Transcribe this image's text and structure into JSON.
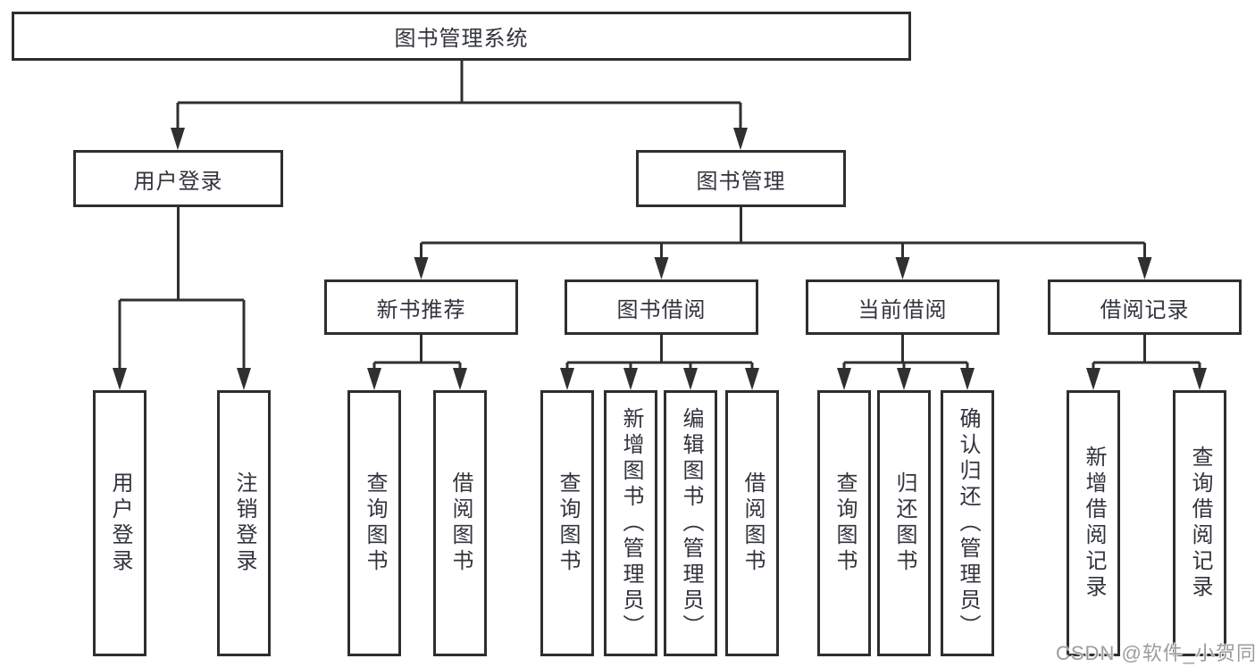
{
  "tree": {
    "label": "图书管理系统",
    "children": [
      {
        "label": "用户登录",
        "children": [
          {
            "label": "用户登录"
          },
          {
            "label": "注销登录"
          }
        ]
      },
      {
        "label": "图书管理",
        "children": [
          {
            "label": "新书推荐",
            "children": [
              {
                "label": "查询图书"
              },
              {
                "label": "借阅图书"
              }
            ]
          },
          {
            "label": "图书借阅",
            "children": [
              {
                "label": "查询图书"
              },
              {
                "label": "新增图书（管理员）"
              },
              {
                "label": "编辑图书（管理员）"
              },
              {
                "label": "借阅图书"
              }
            ]
          },
          {
            "label": "当前借阅",
            "children": [
              {
                "label": "查询图书"
              },
              {
                "label": "归还图书"
              },
              {
                "label": "确认归还（管理员）"
              }
            ]
          },
          {
            "label": "借阅记录",
            "children": [
              {
                "label": "新增借阅记录"
              },
              {
                "label": "查询借阅记录"
              }
            ]
          }
        ]
      }
    ]
  },
  "watermark": {
    "text": "CSDN @软件_小贺同学"
  },
  "colors": {
    "line": "#303030",
    "box_border": "#2e2e2e",
    "text": "#32343c",
    "watermark": "#9c9c9c",
    "background": "#ffffff"
  }
}
